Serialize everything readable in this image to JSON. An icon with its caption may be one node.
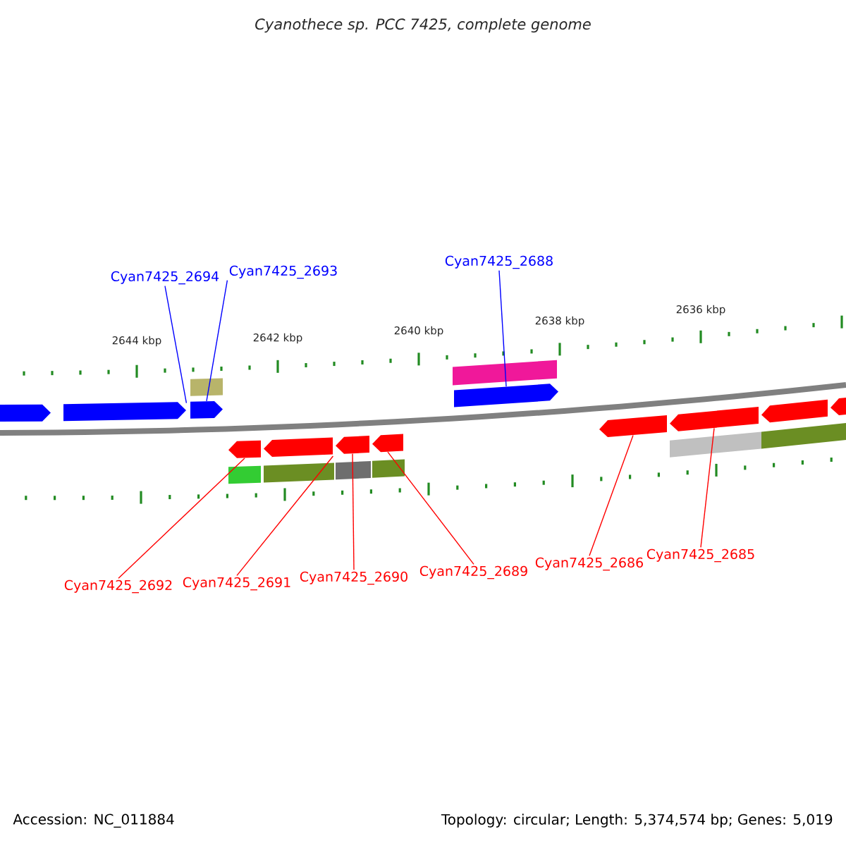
{
  "diagram": {
    "title": "Cyanothece sp. PCC 7425, complete genome",
    "nodes": [
      {
        "text": [
          "Cyan7425_2694"
        ]
      },
      {
        "text": [
          "Cyan7425_2693"
        ]
      },
      {
        "text": [
          "Cyan7425_2688"
        ]
      },
      {
        "text": [],
        "shape": "box"
      },
      {
        "text": [],
        "shape": "box"
      },
      {
        "text": [],
        "shape": "bar"
      },
      {
        "text": [],
        "shape": "bar"
      },
      {
        "text": [],
        "shape": "bar"
      },
      {
        "text": [],
        "shape": "bar"
      },
      {
        "text": [],
        "shape": "bar"
      },
      {
        "text": [],
        "shape": "bar"
      },
      {
        "text": [],
        "shape": "bar"
      },
      {
        "text": [],
        "shape": "bar"
      },
      {
        "text": [],
        "shape": "bar"
      },
      {
        "text": [],
        "shape": "bar"
      },
      {
        "text": [],
        "shape": "bar"
      },
      {
        "text": [],
        "shape": "bar"
      },
      {
        "text": [],
        "shape": "box"
      },
      {
        "text": [],
        "shape": "box"
      },
      {
        "text": [],
        "shape": "box"
      },
      {
        "text": [],
        "shape": "box"
      },
      {
        "text": [],
        "shape": "box"
      },
      {
        "text": [],
        "shape": "box"
      },
      {
        "text": [
          "Cyan7425_2692"
        ]
      },
      {
        "text": [
          "Cyan7425_2691"
        ]
      },
      {
        "text": [
          "Cyan7425_2690"
        ]
      },
      {
        "text": [
          "Cyan7425_2689"
        ]
      },
      {
        "text": [
          "Cyan7425_2686"
        ]
      },
      {
        "text": [
          "Cyan7425_2685"
        ]
      }
    ],
    "edges": [
      {
        "from": 0,
        "to": 6,
        "arrow": "none",
        "color": "#0000ff"
      },
      {
        "from": 1,
        "to": 7,
        "arrow": "none",
        "color": "#0000ff"
      },
      {
        "from": 2,
        "to": 8,
        "arrow": "none",
        "color": "#0000ff"
      },
      {
        "from": 23,
        "to": 9,
        "arrow": "none"
      },
      {
        "from": 24,
        "to": 10,
        "arrow": "none"
      },
      {
        "from": 25,
        "to": 11,
        "arrow": "none"
      },
      {
        "from": 26,
        "to": 12,
        "arrow": "none"
      },
      {
        "from": 27,
        "to": 13,
        "arrow": "none"
      },
      {
        "from": 28,
        "to": 14,
        "arrow": "none"
      }
    ],
    "labels": [
      "2644 kbp",
      "2642 kbp",
      "2640 kbp",
      "2638 kbp",
      "2636 kbp",
      "Accession: NC_011884",
      "Topology: circular; Length: 5,374,574 bp; Genes: 5,019"
    ]
  }
}
